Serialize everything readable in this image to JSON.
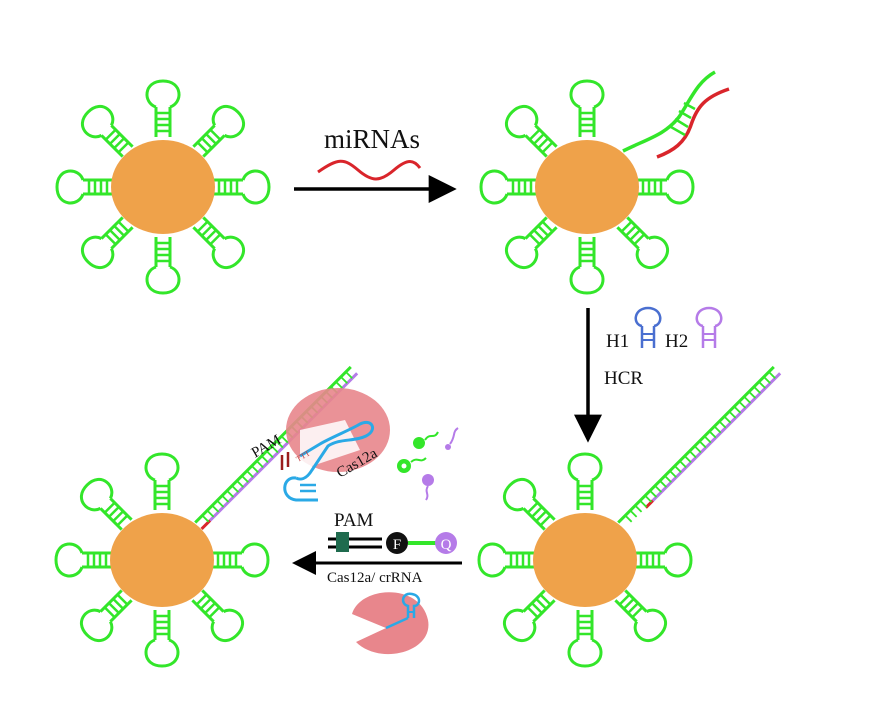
{
  "steps": {
    "step1": {
      "label": "miRNAs"
    },
    "step2": {
      "h1": "H1",
      "h2": "H2",
      "label": "HCR"
    },
    "step3": {
      "pam": "PAM",
      "fluor": "F",
      "quench": "Q",
      "label": "Cas12a/ crRNA"
    }
  },
  "complex": {
    "pam": "PAM",
    "ttt": "TTT",
    "enzyme": "Cas12a"
  },
  "colors": {
    "particle": "#EFA24A",
    "hairpin": "#33E62A",
    "mirna": "#D9252B",
    "h1": "#4A6FD0",
    "h2": "#B57BE8",
    "cas12a": "#E8868C",
    "crrna": "#2AA9E6",
    "reporter_q": "#B57BE8",
    "reporter_f": "#111111",
    "pam_block": "#1F6B4E",
    "arrow": "#000000"
  }
}
